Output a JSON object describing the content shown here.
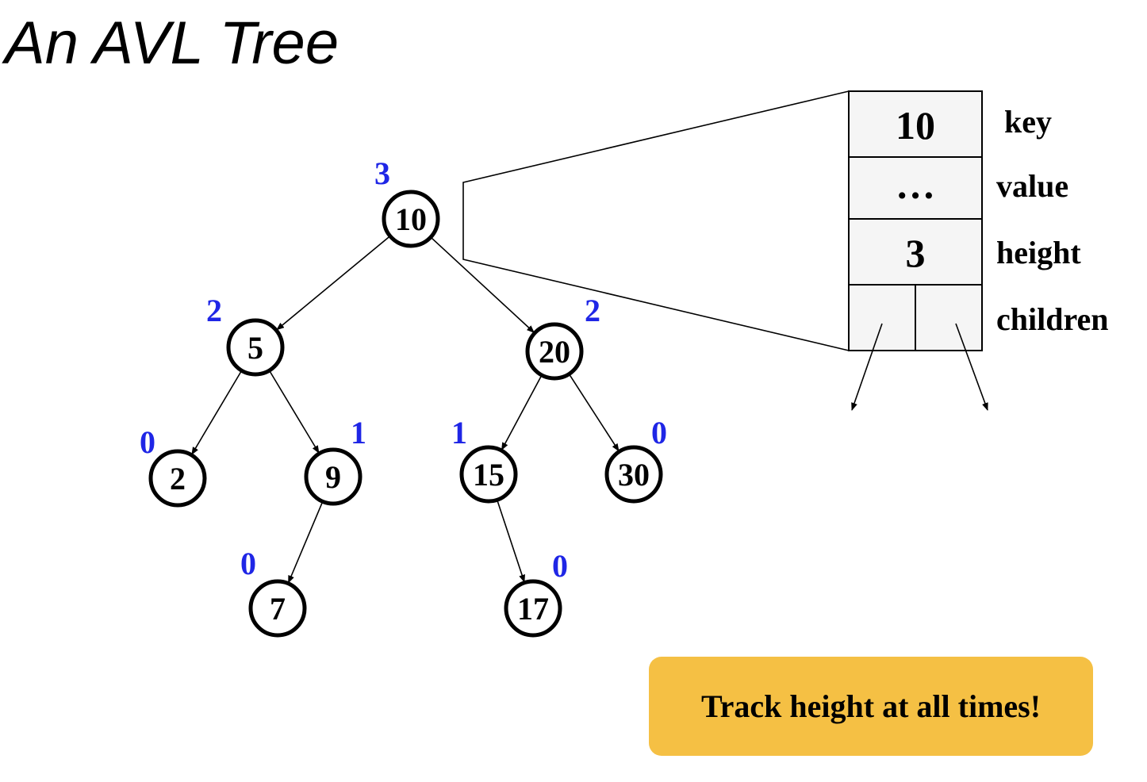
{
  "title": "An AVL Tree",
  "colors": {
    "height": "#1f26e6",
    "height_label": "#3333cc",
    "note_bg": "#f5c044"
  },
  "tree": {
    "nodes": [
      {
        "id": "n10",
        "key": "10",
        "height": "3"
      },
      {
        "id": "n5",
        "key": "5",
        "height": "2"
      },
      {
        "id": "n20",
        "key": "20",
        "height": "2"
      },
      {
        "id": "n2",
        "key": "2",
        "height": "0"
      },
      {
        "id": "n9",
        "key": "9",
        "height": "1"
      },
      {
        "id": "n15",
        "key": "15",
        "height": "1"
      },
      {
        "id": "n30",
        "key": "30",
        "height": "0"
      },
      {
        "id": "n7",
        "key": "7",
        "height": "0"
      },
      {
        "id": "n17",
        "key": "17",
        "height": "0"
      }
    ],
    "edges": [
      [
        "n10",
        "n5"
      ],
      [
        "n10",
        "n20"
      ],
      [
        "n5",
        "n2"
      ],
      [
        "n5",
        "n9"
      ],
      [
        "n20",
        "n15"
      ],
      [
        "n20",
        "n30"
      ],
      [
        "n9",
        "n7"
      ],
      [
        "n15",
        "n17"
      ]
    ]
  },
  "node_box": {
    "key_value": "10",
    "value_value": "…",
    "height_value": "3",
    "labels": {
      "key": "key",
      "value": "value",
      "height": "height",
      "children": "children"
    }
  },
  "note": "Track height at all times!"
}
